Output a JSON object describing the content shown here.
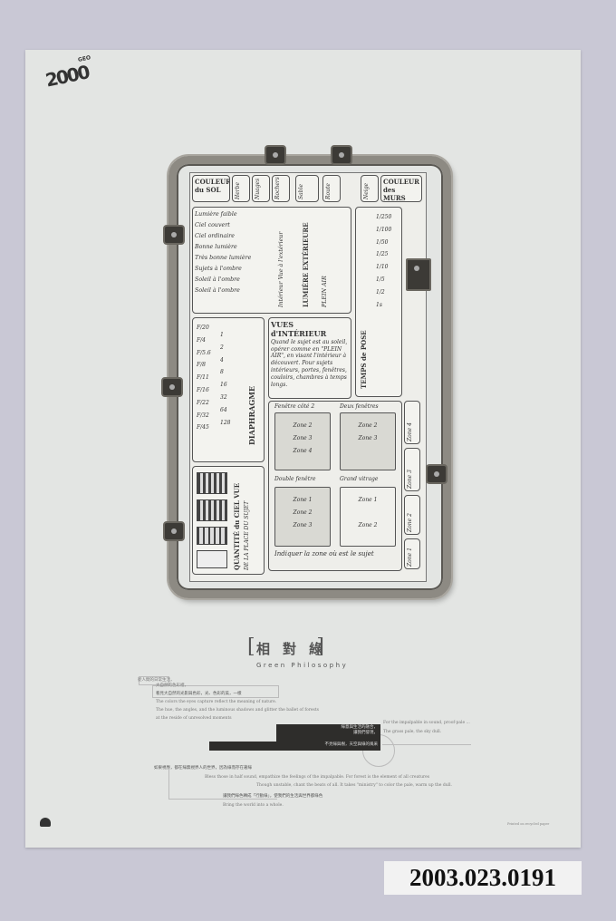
{
  "poster": {
    "logo": {
      "text": "2000",
      "superscript": "GEO"
    },
    "instrument": {
      "top_left": "COULEUR du SOL",
      "top_right": "COULEUR des MURS",
      "top_cells": [
        "Herbe",
        "Nuages",
        "Rochers",
        "Sable",
        "Route",
        "Neige"
      ],
      "light_rows": [
        "Lumière faible",
        "Ciel couvert",
        "Ciel ordinaire",
        "Bonne lumière",
        "Très bonne lumière",
        "Sujets à l'ombre",
        "Soleil à l'ombre",
        "Soleil à l'ombre"
      ],
      "light_middle": "Intérieur Vue à l'extérieur",
      "light_exterior": "LUMIÈRE EXTÉRIEURE",
      "plein_air": "PLEIN AIR",
      "stops": [
        "F/20",
        "F/4",
        "F/5.6",
        "F/8",
        "F/11",
        "F/16",
        "F/22",
        "F/32",
        "F/45"
      ],
      "stop_values": [
        "1",
        "2",
        "4",
        "8",
        "16",
        "32",
        "64",
        "128"
      ],
      "diaphragm": "DIAPHRAGME",
      "vues_title": "VUES d'INTÉRIEUR",
      "vues_text": "Quand le sujet est au soleil, opérer comme en \"PLEIN AIR\", en visant l'intérieur à découvert. Pour sujets intérieurs, portes, fenêtres, couloirs, chambres à temps longs.",
      "temps_pose": "TEMPS de POSE",
      "pose_values": [
        "1/250",
        "1/100",
        "1/50",
        "1/25",
        "1/10",
        "1/5",
        "1/2",
        "1s"
      ],
      "zones": [
        {
          "label": "Fenêtre côté 2",
          "zones": [
            "Zone 2",
            "Zone 3",
            "Zone 4"
          ]
        },
        {
          "label": "Deux fenêtres",
          "zones": [
            "Zone 2",
            "Zone 3"
          ]
        },
        {
          "label": "Double fenêtre",
          "zones": [
            "Zone 1",
            "Zone 2",
            "Zone 3"
          ]
        },
        {
          "label": "Grand vitrage",
          "zones": [
            "Zone 1",
            "Zone 2"
          ]
        }
      ],
      "quantite": "QUANTITÉ du CIEL VUE",
      "quantite_sub": "DE LA PLACE DU SUJET",
      "bottom_text": "Indiquer la zone où est le sujet",
      "side_tabs": [
        "Zone 4",
        "Zone 3",
        "Zone 2",
        "Zone 1"
      ]
    },
    "title_cn": "相對綠",
    "title_en": "Green Philosophy",
    "text_lines": [
      "從人間的日常生活，",
      "大自然的色彩裡，",
      "看見大自然的光影與色彩，光、色彩的美，一樣",
      "The colors the eyes capture reflect the meaning of nature.",
      "The hue, the angles, and the luminous shadows and glitter the ballet of forests",
      "at the reside of unresolved moments"
    ],
    "right_lines": [
      "For the impalpable in sound, proof-pale ...",
      "The grass pale, the sky dull."
    ],
    "dark_lines": [
      "綠意與生活的融合，",
      "讓我們發現，",
      "不見綠與樹，天空與綠的風采"
    ],
    "bottom_lines": [
      "如果視界，都在綠無視界人的世界，因為綠而存在著綠",
      "Bless those in half sound, empathize the feelings of the impalpable. For forest is the element of all creatures",
      "Though unstable, chant the beats of all. It takes \"ministry\" to color the pale, warm up the dull.",
      "讓我們綠色轉成「行動綠」，使我們的生活與世界都綠色",
      "Bring the world into a whole."
    ],
    "footer_credit": "Printed on recycled paper"
  },
  "catalog_label": "2003.023.0191"
}
